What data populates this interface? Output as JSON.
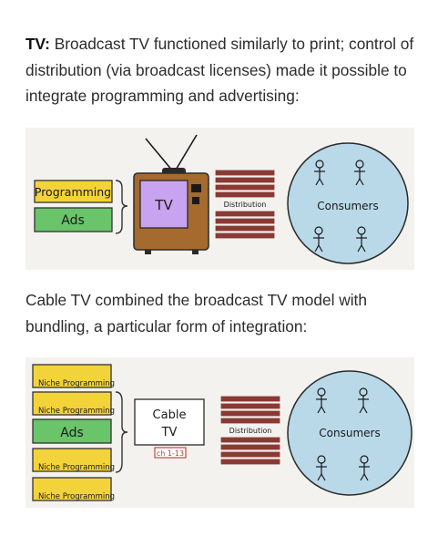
{
  "para1": {
    "bold": "TV:",
    "text": " Broadcast TV functioned similarly to print; control of distribution (via broadcast licenses) made it possible to integrate programming and advertising:"
  },
  "para2": {
    "text": "Cable TV combined the broadcast TV model with bundling, a particular form of integration:"
  },
  "diagram1": {
    "programming": "Programming",
    "ads": "Ads",
    "tv": "TV",
    "distribution": "Distribution",
    "consumers": "Consumers"
  },
  "diagram2": {
    "niche": [
      "Niche Programming",
      "Niche Programming",
      "Niche Programming",
      "Niche Programming"
    ],
    "ads": "Ads",
    "cable_line1": "Cable",
    "cable_line2": "TV",
    "channels": "ch 1-13",
    "distribution": "Distribution",
    "consumers": "Consumers"
  },
  "colors": {
    "yellow": "#f3d33a",
    "green": "#69c46a",
    "purple": "#c8a3ef",
    "tv_wood": "#a56a2e",
    "brick": "#8a3a34",
    "consumer_blue": "#b9d9e8",
    "channel_red": "#c2362e"
  }
}
